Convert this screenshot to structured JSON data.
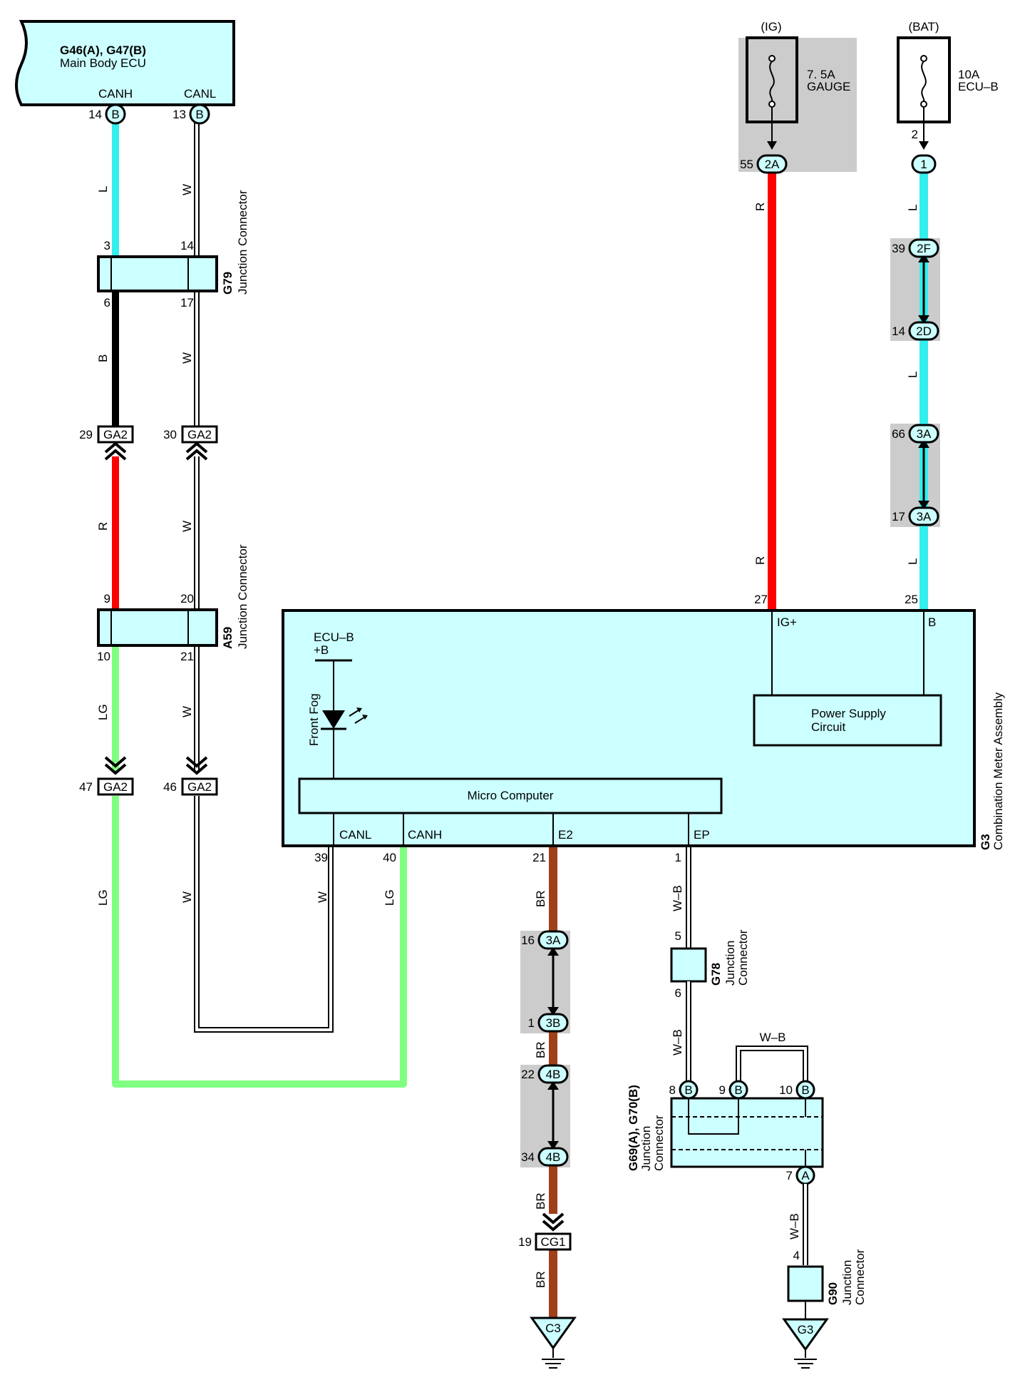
{
  "colors": {
    "L": "#33eeee",
    "R": "#ff0000",
    "B": "#000000",
    "LG": "#80ff80",
    "BR": "#a0401a",
    "box": "#ccffff",
    "shade": "#cccccc"
  },
  "main_body_ecu": {
    "id": "G46(A), G47(B)",
    "name": "Main Body ECU",
    "canh": "CANH",
    "canl": "CANL"
  },
  "pins": {
    "ecu_canh": "14",
    "ecu_canl": "13",
    "ecu_conn": "B",
    "g79_in_l": "3",
    "g79_in_w": "14",
    "g79_out_b": "6",
    "g79_out_w": "17",
    "ga2_29": "29",
    "ga2_30": "30",
    "ga2_47": "47",
    "ga2_46": "46",
    "ga2": "GA2",
    "a59_in_r": "9",
    "a59_in_w": "20",
    "a59_out_lg": "10",
    "a59_out_w": "21",
    "meter_39": "39",
    "meter_40": "40",
    "meter_21": "21",
    "meter_1": "1",
    "meter_27": "27",
    "meter_25": "25",
    "ig_55": "55",
    "ig_2a": "2A",
    "bat_2": "2",
    "bat_1": "1",
    "p39": "39",
    "c2f": "2F",
    "p14": "14",
    "c2d": "2D",
    "p66": "66",
    "c3a": "3A",
    "p17": "17",
    "p16": "16",
    "p1": "1",
    "c3b": "3B",
    "p22": "22",
    "c4b": "4B",
    "p34": "34",
    "p19": "19",
    "cg1": "CG1",
    "g78_5": "5",
    "g78_6": "6",
    "g69_8": "8",
    "g69_9": "9",
    "g69_10": "10",
    "g69_7": "7",
    "conn_b": "B",
    "conn_a": "A",
    "g90_4": "4"
  },
  "wire_labels": {
    "L": "L",
    "W": "W",
    "B": "B",
    "R": "R",
    "LG": "LG",
    "BR": "BR",
    "WB": "W–B"
  },
  "g79": {
    "id": "G79",
    "name": "Junction Connector"
  },
  "a59": {
    "id": "A59",
    "name": "Junction Connector"
  },
  "fuses": {
    "ig": {
      "supply": "(IG)",
      "rating": "7. 5A",
      "name": "GAUGE"
    },
    "bat": {
      "supply": "(BAT)",
      "rating": "10A",
      "name": "ECU–B"
    }
  },
  "meter": {
    "id": "G3",
    "name": "Combination Meter Assembly",
    "ig_plus": "IG+",
    "b": "B",
    "power_supply_1": "Power Supply",
    "power_supply_2": "Circuit",
    "ecu_b_1": "ECU–B",
    "ecu_b_2": "+B",
    "front_fog": "Front Fog",
    "micro": "Micro Computer",
    "canl": "CANL",
    "canh": "CANH",
    "e2": "E2",
    "ep": "EP"
  },
  "g78": {
    "id": "G78",
    "name_1": "Junction",
    "name_2": "Connector"
  },
  "g69": {
    "id": "G69(A), G70(B)",
    "name_1": "Junction",
    "name_2": "Connector"
  },
  "g90": {
    "id": "G90",
    "name_1": "Junction",
    "name_2": "Connector"
  },
  "grounds": {
    "c3": "C3",
    "g3": "G3"
  }
}
